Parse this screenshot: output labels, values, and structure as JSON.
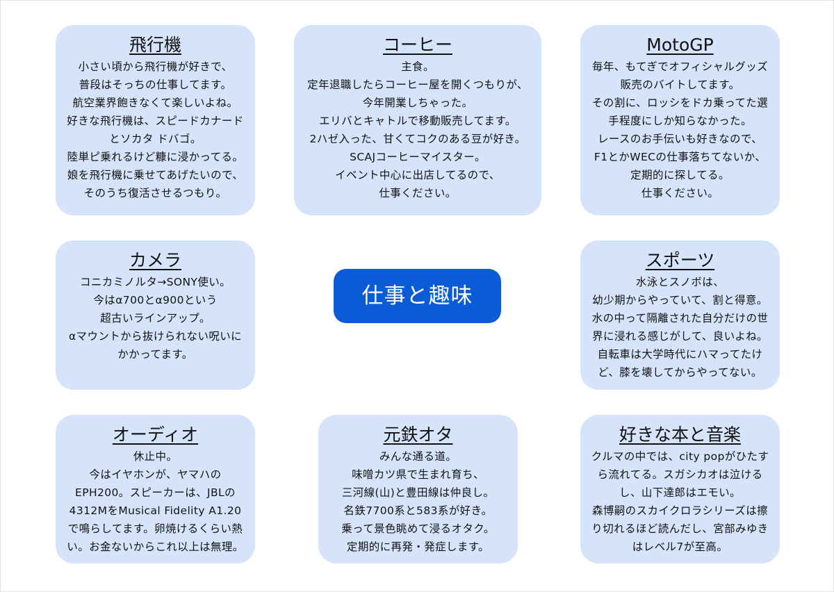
{
  "center": {
    "label": "仕事と趣味"
  },
  "cards": [
    {
      "title": "飛行機",
      "lines": [
        "小さい頃から飛行機が好きで、",
        "普段はそっちの仕事してます。",
        "航空業界飽きなくて楽しいよね。",
        "好きな飛行機は、スピードカナード",
        "とソカタ ドバゴ。",
        "陸単ピ乗れるけど糠に浸かってる。",
        "娘を飛行機に乗せてあげたいので、",
        "そのうち復活させるつもり。"
      ]
    },
    {
      "title": "コーヒー",
      "lines": [
        "主食。",
        "定年退職したらコーヒー屋を開くつもりが、",
        "今年開業しちゃった。",
        "エリバとキャトルで移動販売してます。",
        "2ハゼ入った、甘くてコクのある豆が好き。",
        "SCAJコーヒーマイスター。",
        "イベント中心に出店してるので、",
        "仕事ください。"
      ]
    },
    {
      "title": "MotoGP",
      "lines": [
        "毎年、もてぎでオフィシャルグッズ",
        "販売のバイトしてます。",
        "その割に、ロッシをドカ乗ってた選",
        "手程度にしか知らなかった。",
        "レースのお手伝いも好きなので、",
        "F1とかWECの仕事落ちてないか、",
        "定期的に探してる。",
        "仕事ください。"
      ]
    },
    {
      "title": "カメラ",
      "lines": [
        "コニカミノルタ→SONY使い。",
        "今はα700とα900という",
        "超古いラインアップ。",
        "αマウントから抜けられない呪いに",
        "かかってます。"
      ]
    },
    {
      "title": "スポーツ",
      "lines": [
        "水泳とスノボは、",
        "幼少期からやっていて、割と得意。",
        "水の中って隔離された自分だけの世",
        "界に浸れる感じがして、良いよね。",
        "自転車は大学時代にハマってたけ",
        "ど、膝を壊してからやってない。"
      ]
    },
    {
      "title": "オーディオ",
      "lines": [
        "休止中。",
        "今はイヤホンが、ヤマハの",
        "EPH200。スピーカーは、JBLの",
        "4312MをMusical Fidelity A1.20",
        "で鳴らしてます。卵焼けるくらい熱",
        "い。お金ないからこれ以上は無理。"
      ]
    },
    {
      "title": "元鉄オタ",
      "lines": [
        "みんな通る道。",
        "味噌カツ県で生まれ育ち、",
        "三河線(山)と豊田線は仲良し。",
        "名鉄7700系と583系が好き。",
        "乗って景色眺めて浸るオタク。",
        "定期的に再発・発症します。"
      ]
    },
    {
      "title": "好きな本と音楽",
      "lines": [
        "クルマの中では、city popがひたす",
        "ら流れてる。スガシカオは泣ける",
        "し、山下達郎はエモい。",
        "森博嗣のスカイクロラシリーズは擦",
        "り切れるほど読んだし、宮部みゆき",
        "はレベル7が至高。"
      ]
    }
  ]
}
